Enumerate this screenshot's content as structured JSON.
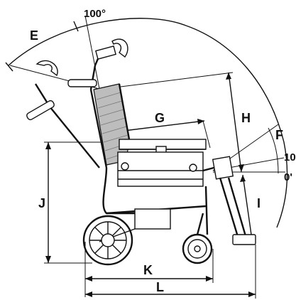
{
  "diagram": {
    "labels": {
      "angle_100": "100°",
      "E": "E",
      "G": "G",
      "H": "H",
      "F": "F",
      "angle_10": "10",
      "angle_0": "0'",
      "J": "J",
      "I": "I",
      "K": "K",
      "L": "L"
    },
    "backrest_fabric_color": "#bdbdbd",
    "line_color": "#111111"
  }
}
